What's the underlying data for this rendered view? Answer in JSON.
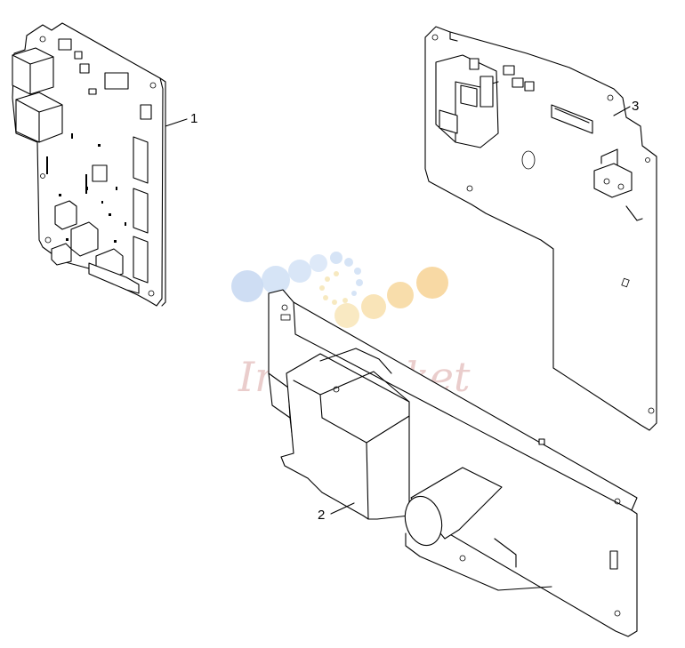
{
  "callouts": [
    {
      "id": "1",
      "label": "1"
    },
    {
      "id": "2",
      "label": "2"
    },
    {
      "id": "3",
      "label": "3"
    }
  ],
  "watermark": {
    "text": "Ink-Market",
    "dot_colors": [
      "#a9c7ea",
      "#bcd2ef",
      "#f6d58f",
      "#f4c77f",
      "#f7e6b3"
    ]
  }
}
